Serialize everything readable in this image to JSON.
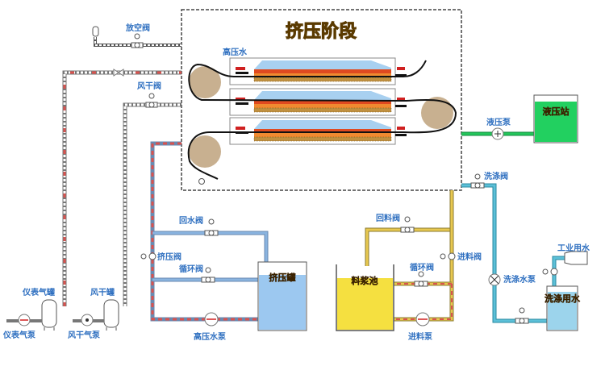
{
  "title": "挤压阶段",
  "labels": {
    "high_pressure_water": "高压水",
    "vent_valve": "放空阀",
    "air_dry_valve": "风干阀",
    "instrument_air_tank": "仪表气罐",
    "instrument_air_pump": "仪表气泵",
    "air_dry_tank": "风干罐",
    "air_dry_pump": "风干气泵",
    "return_water_valve": "回水阀",
    "squeeze_valve": "挤压阀",
    "circulation_valve_water": "循环阀",
    "high_pressure_pump": "高压水泵",
    "squeeze_tank": "挤压罐",
    "return_material_valve": "回料阀",
    "feed_valve": "进料阀",
    "circulation_valve_slurry": "循环阀",
    "slurry_pool": "料浆池",
    "feed_pump": "进料泵",
    "hydraulic_pump": "液压泵",
    "hydraulic_station": "液压站",
    "wash_valve": "洗涤阀",
    "wash_pump": "洗涤水泵",
    "industrial_water": "工业用水",
    "wash_water": "洗涤用水"
  },
  "colors": {
    "label_blue": "#2e6fc0",
    "water_pipe": "#8ab4e0",
    "hot_pipe": "#d9534f",
    "slurry_pipe": "#e8c850",
    "hydraulic": "#22c65a",
    "wash_pipe": "#5cc0d8",
    "filter_cloth_roller": "#c8b090",
    "tank_water": "#9cc8f0",
    "slurry": "#f5e040",
    "title_fill": "#e8b020"
  }
}
